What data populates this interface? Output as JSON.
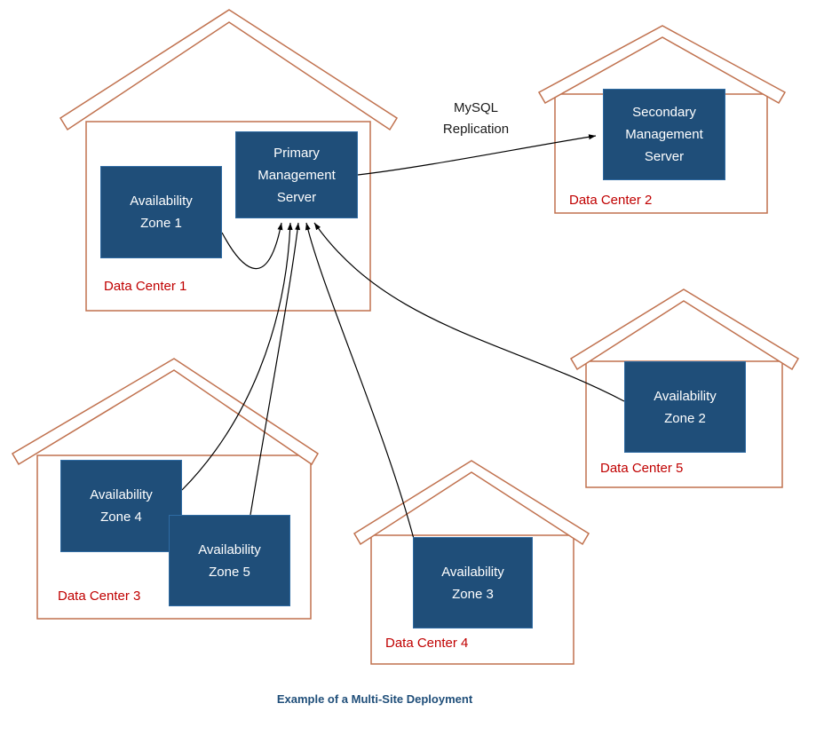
{
  "title": "Example of a Multi-Site Deployment",
  "replication_label": "MySQL Replication",
  "data_centers": {
    "dc1": {
      "label": "Data Center 1"
    },
    "dc2": {
      "label": "Data Center 2"
    },
    "dc3": {
      "label": "Data Center 3"
    },
    "dc4": {
      "label": "Data Center 4"
    },
    "dc5": {
      "label": "Data Center 5"
    }
  },
  "nodes": {
    "primary": {
      "label": "Primary Management Server",
      "data_center": "Data Center 1"
    },
    "secondary": {
      "label": "Secondary Management Server",
      "data_center": "Data Center 2"
    },
    "az1": {
      "label": "Availability Zone 1",
      "data_center": "Data Center 1"
    },
    "az2": {
      "label": "Availability Zone 2",
      "data_center": "Data Center 5"
    },
    "az3": {
      "label": "Availability Zone 3",
      "data_center": "Data Center 4"
    },
    "az4": {
      "label": "Availability Zone 4",
      "data_center": "Data Center 3"
    },
    "az5": {
      "label": "Availability Zone 5",
      "data_center": "Data Center 3"
    }
  },
  "connections": [
    {
      "from": "Primary Management Server",
      "to": "Secondary Management Server",
      "label": "MySQL Replication"
    },
    {
      "from": "Availability Zone 1",
      "to": "Primary Management Server"
    },
    {
      "from": "Availability Zone 2",
      "to": "Primary Management Server"
    },
    {
      "from": "Availability Zone 3",
      "to": "Primary Management Server"
    },
    {
      "from": "Availability Zone 4",
      "to": "Primary Management Server"
    },
    {
      "from": "Availability Zone 5",
      "to": "Primary Management Server"
    }
  ],
  "colors": {
    "house_outline": "#C0714E",
    "node_fill": "#1F4E79",
    "node_text": "#FFFFFF",
    "dc_label": "#C00000",
    "title_text": "#1F4E79",
    "arrow": "#000000"
  }
}
